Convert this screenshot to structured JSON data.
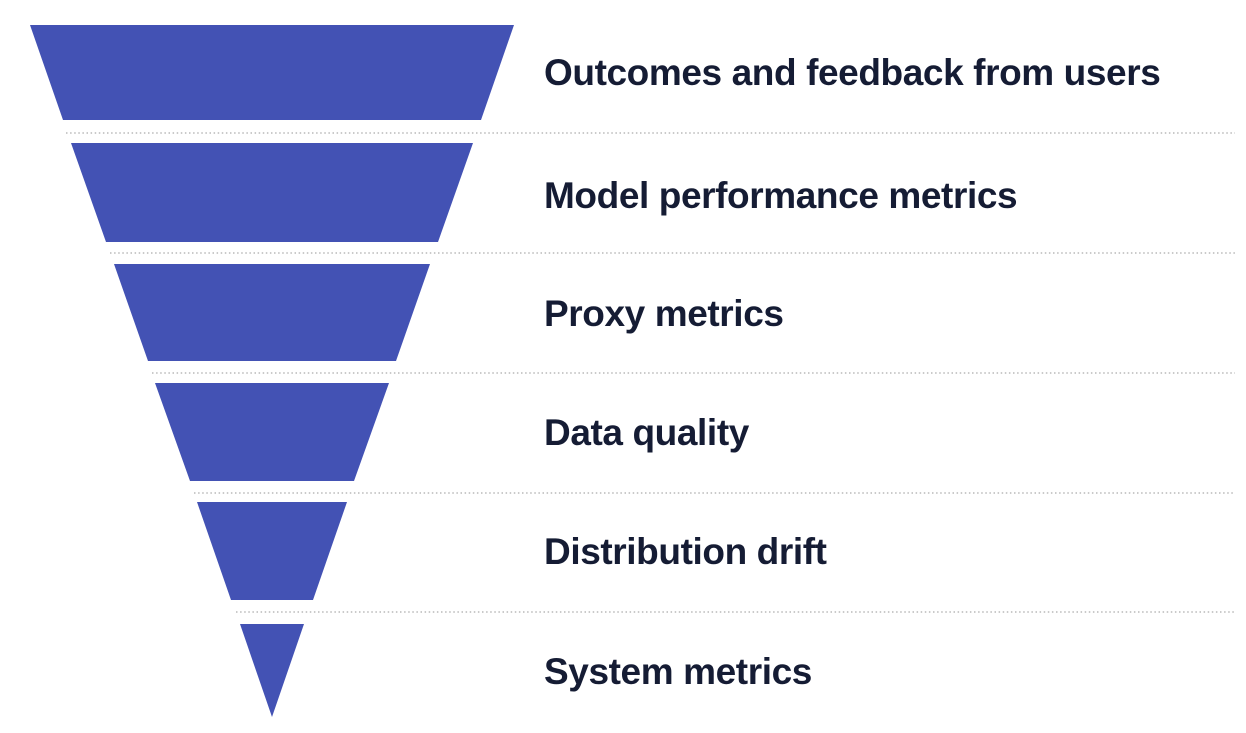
{
  "diagram": {
    "type": "funnel",
    "orientation": "inverted",
    "funnel_color": "#4352b4",
    "label_color": "#151c34",
    "separator_color": "#ababab",
    "background_color": "#ffffff",
    "levels": [
      {
        "label": "Outcomes and feedback from users"
      },
      {
        "label": "Model performance metrics"
      },
      {
        "label": "Proxy metrics"
      },
      {
        "label": "Data quality"
      },
      {
        "label": "Distribution drift"
      },
      {
        "label": "System metrics"
      }
    ]
  }
}
